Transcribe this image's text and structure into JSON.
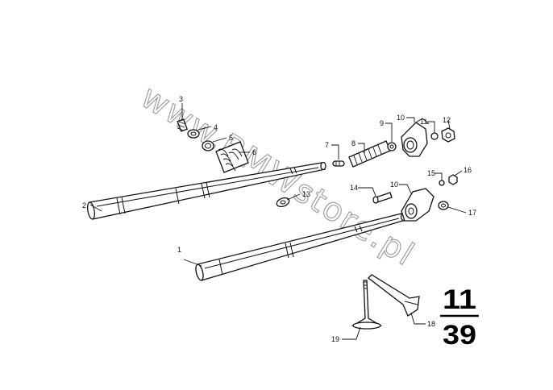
{
  "watermark": "www.BMWstore.pl",
  "group": {
    "main": "11",
    "sub": "39"
  },
  "callouts": {
    "c1": "1",
    "c2": "2",
    "c3": "3",
    "c4": "4",
    "c5": "5",
    "c6": "6",
    "c7": "7",
    "c8": "8",
    "c9": "9",
    "c10a": "10",
    "c10b": "10",
    "c11": "11",
    "c12": "12",
    "c13": "13",
    "c14": "14",
    "c15": "15",
    "c16": "16",
    "c17": "17",
    "c18": "18",
    "c19": "19"
  }
}
